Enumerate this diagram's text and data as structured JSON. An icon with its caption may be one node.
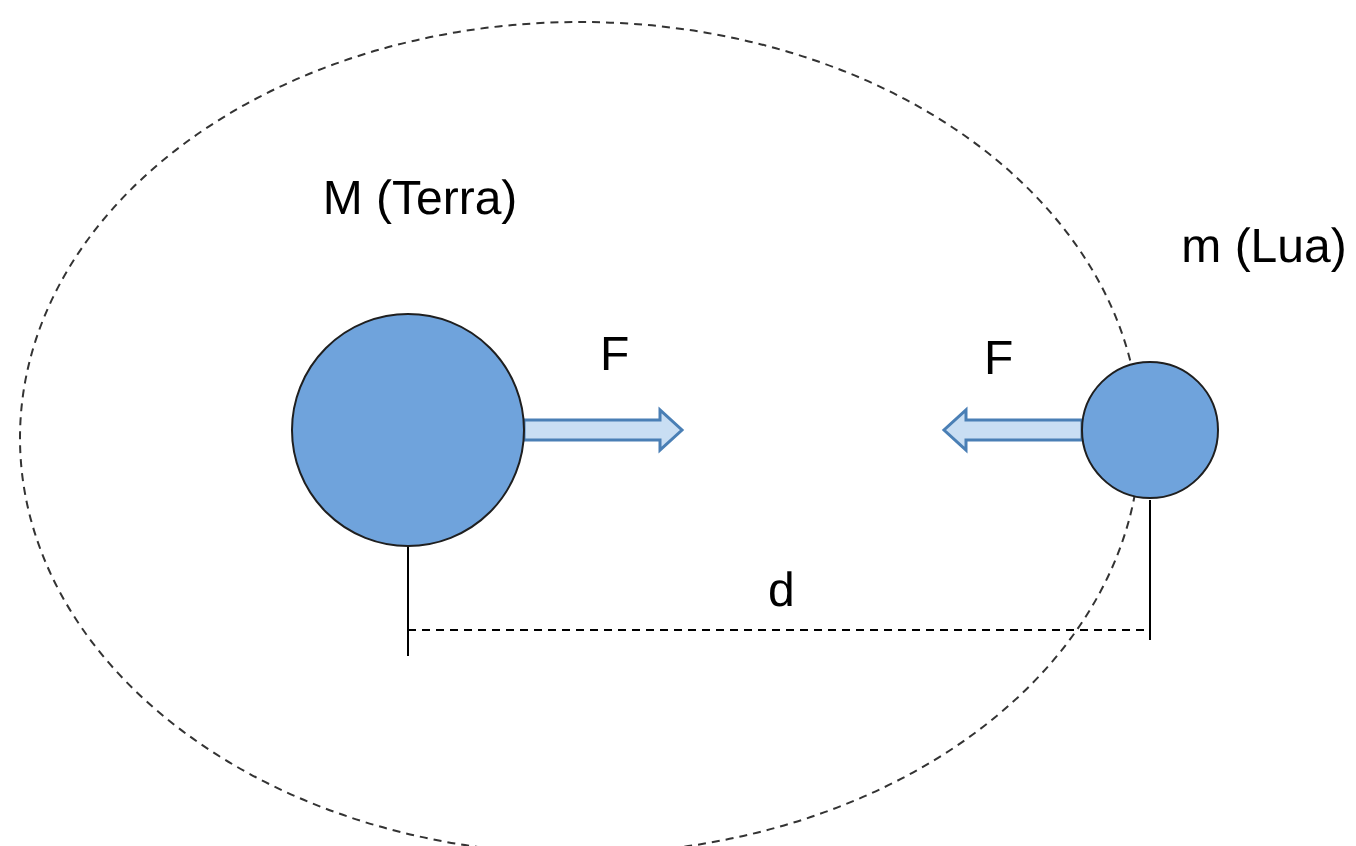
{
  "diagram": {
    "nodes": [
      {
        "text": [
          "M (Terra)"
        ]
      },
      {
        "text": [
          "m (Lua)"
        ]
      }
    ],
    "labels": [
      "F",
      "F",
      "d"
    ]
  }
}
